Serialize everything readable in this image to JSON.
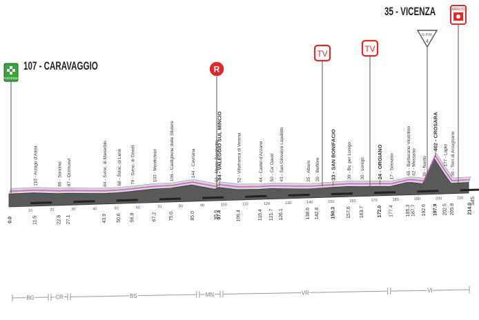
{
  "start": {
    "altitude": "107",
    "name": "CARAVAGGIO",
    "badge": "PARTENZA"
  },
  "finish": {
    "altitude": "35",
    "name": "VICENZA",
    "badge": "ARRIVO"
  },
  "icons": {
    "tv": "TV",
    "refuel": "R",
    "gpm_label": "G.P.M.",
    "gpm_cat": "4"
  },
  "sds": "SdS",
  "provinces": [
    "BG",
    "CR",
    "BS",
    "MN",
    "VR",
    "VI"
  ],
  "colors": {
    "profile_top": "#d6d6d6",
    "profile_side": "#5a5a5a",
    "route_line": "#d45bd0",
    "badge_red": "#e02a2a",
    "badge_green": "#3aa33a"
  },
  "chart_data": {
    "type": "area",
    "title": "",
    "xlabel": "",
    "ylabel": "",
    "x_unit": "km",
    "x": [
      0,
      11.5,
      22.8,
      27.1,
      43.9,
      50.6,
      56.8,
      67.2,
      75.0,
      85.0,
      95.9,
      97.4,
      106.4,
      116.4,
      121.7,
      126.1,
      138.6,
      142.8,
      150.3,
      157.6,
      163.7,
      172.0,
      177.4,
      185.3,
      187.7,
      192.6,
      197.9,
      202.5,
      205.8,
      214.0
    ],
    "altitude": [
      107,
      110,
      86,
      87,
      64,
      68,
      79,
      103,
      106,
      144,
      68,
      94,
      52,
      44,
      50,
      43,
      25,
      26,
      33,
      39,
      30,
      24,
      17,
      65,
      62,
      39,
      402,
      177,
      30,
      35
    ],
    "places": [
      {
        "km": 0,
        "alt": 107,
        "text": "107 - CARAVAGGIO",
        "bold": true
      },
      {
        "km": 11.5,
        "alt": 110,
        "text": "110 - Arzago d'Adda",
        "bold": false
      },
      {
        "km": 22.8,
        "alt": 86,
        "text": "86 - Soncino",
        "bold": false
      },
      {
        "km": 27.1,
        "alt": 87,
        "text": "87 - Orzinuovi",
        "bold": false
      },
      {
        "km": 43.9,
        "alt": 64,
        "text": "64 - Svinc. di Manerbio",
        "bold": false
      },
      {
        "km": 50.6,
        "alt": 68,
        "text": "68 - Svinc. di Leno",
        "bold": false
      },
      {
        "km": 56.8,
        "alt": 79,
        "text": "79 - Svinc. di Ghedi",
        "bold": false
      },
      {
        "km": 67.2,
        "alt": 103,
        "text": "103 - Montichiari",
        "bold": false
      },
      {
        "km": 75.0,
        "alt": 106,
        "text": "106 - Castiglione delle Stiviere",
        "bold": false
      },
      {
        "km": 85.0,
        "alt": 144,
        "text": "144 - Cavriana",
        "bold": false
      },
      {
        "km": 95.9,
        "alt": 68,
        "text": "68 - Monte Borghetto",
        "bold": false
      },
      {
        "km": 97.4,
        "alt": 94,
        "text": "94 - VALEGGIO SUL MINCIO",
        "bold": true
      },
      {
        "km": 106.4,
        "alt": 52,
        "text": "52 - Villafranca di Verona",
        "bold": false
      },
      {
        "km": 116.4,
        "alt": 44,
        "text": "44 - Castel d'Azzano",
        "bold": false
      },
      {
        "km": 121.7,
        "alt": 50,
        "text": "50 - Ca' David",
        "bold": false
      },
      {
        "km": 126.1,
        "alt": 43,
        "text": "43 - San Giovanni Lupatoto",
        "bold": false
      },
      {
        "km": 138.6,
        "alt": 25,
        "text": "25 - Albaro",
        "bold": false
      },
      {
        "km": 142.8,
        "alt": 26,
        "text": "26 - Belfiore",
        "bold": false
      },
      {
        "km": 150.3,
        "alt": 33,
        "text": "33 - SAN BONIFACIO",
        "bold": true
      },
      {
        "km": 157.6,
        "alt": 39,
        "text": "39 - Bv. per Lonigo",
        "bold": false
      },
      {
        "km": 163.7,
        "alt": 30,
        "text": "30 - Lonigo",
        "bold": false
      },
      {
        "km": 172.0,
        "alt": 24,
        "text": "24 - ORGIANO",
        "bold": true
      },
      {
        "km": 177.4,
        "alt": 17,
        "text": "17 - Sossano",
        "bold": false
      },
      {
        "km": 185.3,
        "alt": 65,
        "text": "65 - Barbarano Vicentino",
        "bold": false
      },
      {
        "km": 187.7,
        "alt": 62,
        "text": "62 - Mossano",
        "bold": false
      },
      {
        "km": 192.6,
        "alt": 39,
        "text": "39 - Nanto",
        "bold": false
      },
      {
        "km": 197.9,
        "alt": 402,
        "text": "402 - CROSARA",
        "bold": true
      },
      {
        "km": 202.5,
        "alt": 177,
        "text": "177 - Lapio",
        "bold": false
      },
      {
        "km": 205.8,
        "alt": 30,
        "text": "30 - Torri di Arcugnano",
        "bold": false
      },
      {
        "km": 214.0,
        "alt": 35,
        "text": "35 - VICENZA",
        "bold": true
      }
    ],
    "km_labels": [
      "0.0",
      "11.5",
      "22.8",
      "27.1",
      "43.9",
      "50.6",
      "56.8",
      "67.2",
      "75.0",
      "85.0",
      "95.9",
      "97.4",
      "106.4",
      "116.4",
      "121.7",
      "126.1",
      "138.6",
      "142.8",
      "150.3",
      "157.6",
      "163.7",
      "172.0",
      "177.4",
      "185.3",
      "187.7",
      "192.6",
      "197.9",
      "202.5",
      "205.8",
      "214.0"
    ],
    "km_bold": [
      "0.0",
      "97.4",
      "150.3",
      "172.0",
      "197.9",
      "214.0"
    ],
    "km_ticks": [
      "10",
      "20",
      "30",
      "40",
      "50",
      "60",
      "70",
      "80",
      "90",
      "100",
      "110",
      "120",
      "130",
      "140",
      "150",
      "160",
      "170",
      "180",
      "190",
      "200",
      "210"
    ],
    "province_bounds_km": [
      0,
      18,
      27,
      87,
      98,
      176,
      214
    ]
  }
}
